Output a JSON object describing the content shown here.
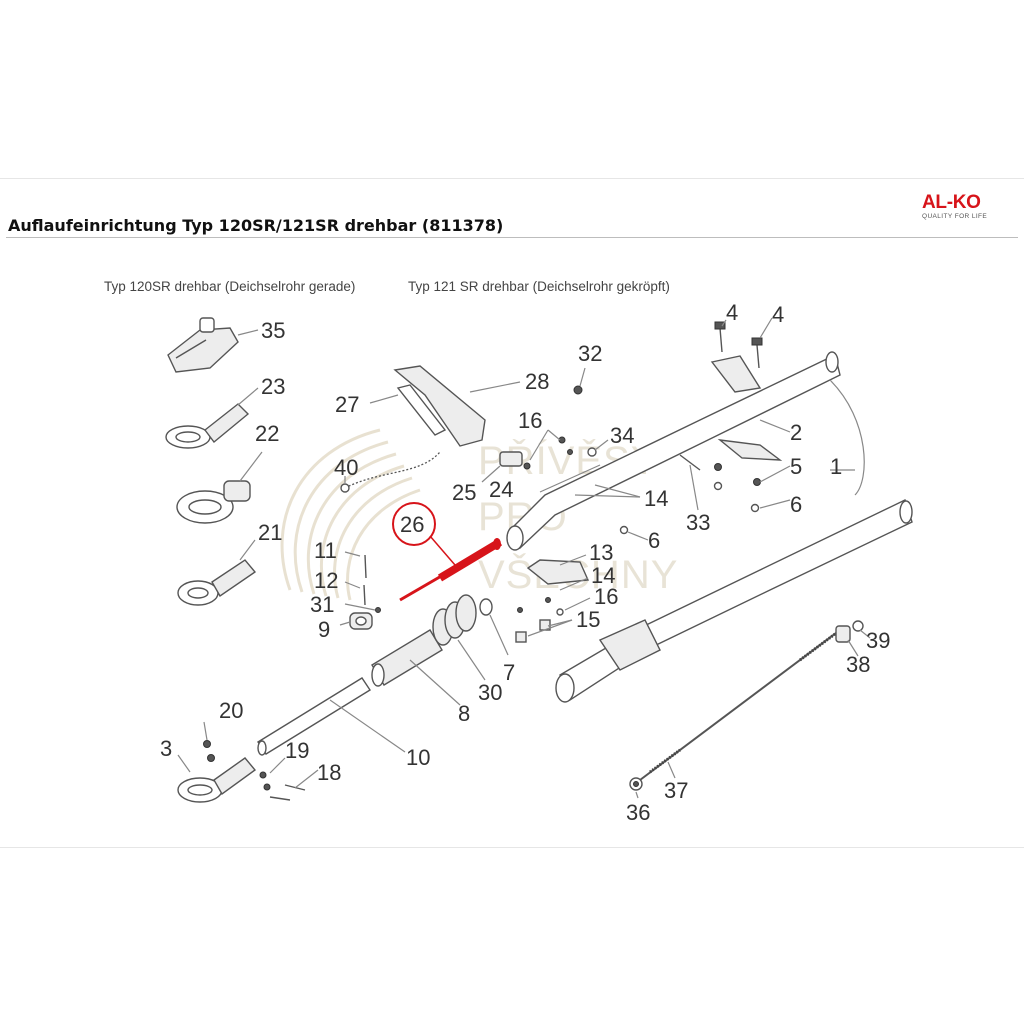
{
  "document": {
    "title": "Auflaufeinrichtung Typ 120SR/121SR drehbar (811378)",
    "subtitle_left": "Typ 120SR drehbar (Deichselrohr gerade)",
    "subtitle_right": "Typ 121 SR drehbar (Deichselrohr gekröpft)"
  },
  "brand": {
    "name": "AL-KO",
    "tagline": "QUALITY FOR LIFE",
    "color": "#d7141a"
  },
  "watermark": {
    "lines": [
      "PŘÍVĚSY",
      "PRO",
      "VŠECHNY"
    ]
  },
  "highlight": {
    "part_number": "26",
    "color": "#d7141a"
  },
  "part_labels": {
    "p1": "1",
    "p2": "2",
    "p3": "3",
    "p4a": "4",
    "p4b": "4",
    "p5": "5",
    "p6a": "6",
    "p6b": "6",
    "p7": "7",
    "p8": "8",
    "p9": "9",
    "p10": "10",
    "p11": "11",
    "p12": "12",
    "p13": "13",
    "p14a": "14",
    "p14b": "14",
    "p15": "15",
    "p16a": "16",
    "p16b": "16",
    "p18": "18",
    "p19": "19",
    "p20": "20",
    "p21": "21",
    "p22": "22",
    "p23": "23",
    "p24": "24",
    "p25": "25",
    "p26": "26",
    "p27": "27",
    "p28": "28",
    "p30": "30",
    "p31": "31",
    "p32": "32",
    "p33": "33",
    "p34": "34",
    "p35": "35",
    "p36": "36",
    "p37": "37",
    "p38": "38",
    "p39": "39",
    "p40": "40"
  }
}
